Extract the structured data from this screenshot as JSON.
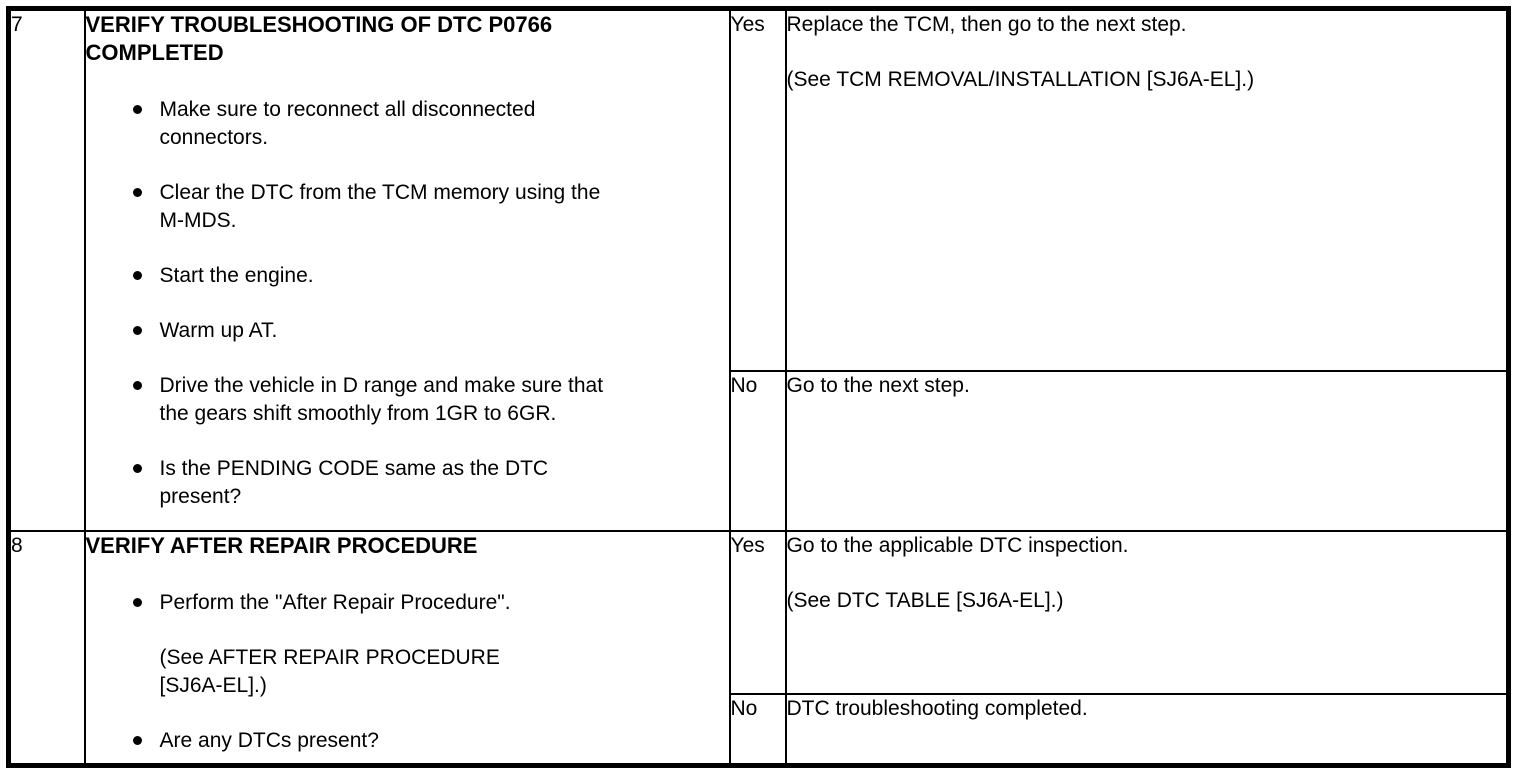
{
  "colors": {
    "text": "#000000",
    "background": "#ffffff",
    "border": "#000000"
  },
  "rows": [
    {
      "step": "7",
      "title_lines": [
        "VERIFY TROUBLESHOOTING OF DTC P0766",
        "COMPLETED"
      ],
      "items": [
        {
          "bullet": true,
          "lines": [
            "Make sure to reconnect all disconnected",
            "connectors."
          ]
        },
        {
          "bullet": true,
          "lines": [
            "Clear the DTC from the TCM memory using the",
            "M-MDS."
          ]
        },
        {
          "bullet": true,
          "lines": [
            "Start the engine."
          ]
        },
        {
          "bullet": true,
          "lines": [
            "Warm up AT."
          ]
        },
        {
          "bullet": true,
          "lines": [
            "Drive the vehicle in D range and make sure that",
            "the gears shift smoothly from 1GR to 6GR."
          ]
        },
        {
          "bullet": true,
          "lines": [
            "Is the PENDING CODE same as the DTC",
            "present?"
          ]
        }
      ],
      "yes": {
        "label": "Yes",
        "paragraphs": [
          "Replace the TCM, then go to the next step.",
          "(See TCM REMOVAL/INSTALLATION [SJ6A-EL].)"
        ]
      },
      "no": {
        "label": "No",
        "paragraphs": [
          "Go to the next step."
        ]
      }
    },
    {
      "step": "8",
      "title_lines": [
        "VERIFY AFTER REPAIR PROCEDURE"
      ],
      "items": [
        {
          "bullet": true,
          "lines": [
            "Perform the \"After Repair Procedure\"."
          ]
        },
        {
          "bullet": false,
          "lines": [
            "(See AFTER REPAIR PROCEDURE",
            "[SJ6A-EL].)"
          ]
        },
        {
          "bullet": true,
          "lines": [
            "Are any DTCs present?"
          ]
        }
      ],
      "yes": {
        "label": "Yes",
        "paragraphs": [
          "Go to the applicable DTC inspection.",
          "(See DTC TABLE [SJ6A-EL].)"
        ]
      },
      "no": {
        "label": "No",
        "paragraphs": [
          "DTC troubleshooting completed."
        ]
      }
    }
  ]
}
